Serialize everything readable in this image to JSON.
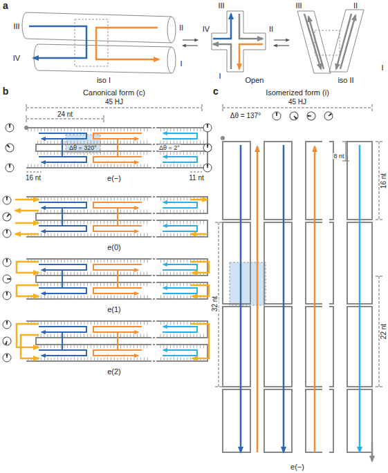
{
  "diagram": {
    "labels": [
      "a",
      "III",
      "II",
      "IV",
      "I",
      "iso I",
      "III",
      "II",
      "IV",
      "I",
      "Open",
      "III",
      "II",
      "I",
      "iso II",
      "b",
      "Canonical form (c)",
      "45 HJ",
      "24 nt",
      "Δθ = 320°",
      "Δθ = 2°",
      "16 nt",
      "11 nt",
      "e(−)",
      "e(0)",
      "e(1)",
      "e(2)",
      "c",
      "Isomerized form (i)",
      "45 HJ",
      "Δθ = 137°",
      "8 nt",
      "16 nt",
      "32 nt",
      "22 nt",
      "e(−)"
    ]
  }
}
